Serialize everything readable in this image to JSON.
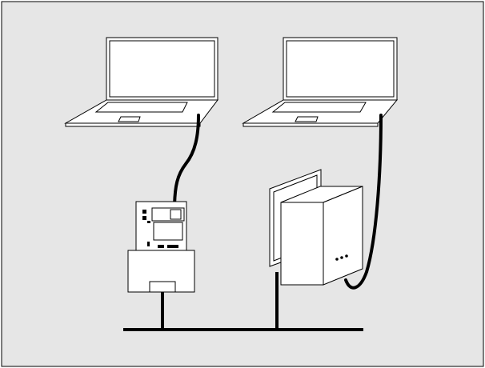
{
  "diagram": {
    "components": [
      {
        "id": "laptop-left",
        "kind": "laptop"
      },
      {
        "id": "laptop-right",
        "kind": "laptop"
      },
      {
        "id": "controller-board",
        "kind": "circuit-board-on-base"
      },
      {
        "id": "wall-box",
        "kind": "wall-mounted-enclosure",
        "indicator_count": 3
      }
    ],
    "connections": [
      {
        "from": "laptop-left",
        "to": "controller-board",
        "kind": "cable"
      },
      {
        "from": "laptop-right",
        "to": "wall-box",
        "kind": "cable"
      },
      {
        "from": "controller-board",
        "to": "bus",
        "kind": "line"
      },
      {
        "from": "wall-box",
        "to": "bus",
        "kind": "line"
      }
    ]
  },
  "colors": {
    "background": "#e6e6e6",
    "stroke": "#000000",
    "fill": "#ffffff"
  }
}
